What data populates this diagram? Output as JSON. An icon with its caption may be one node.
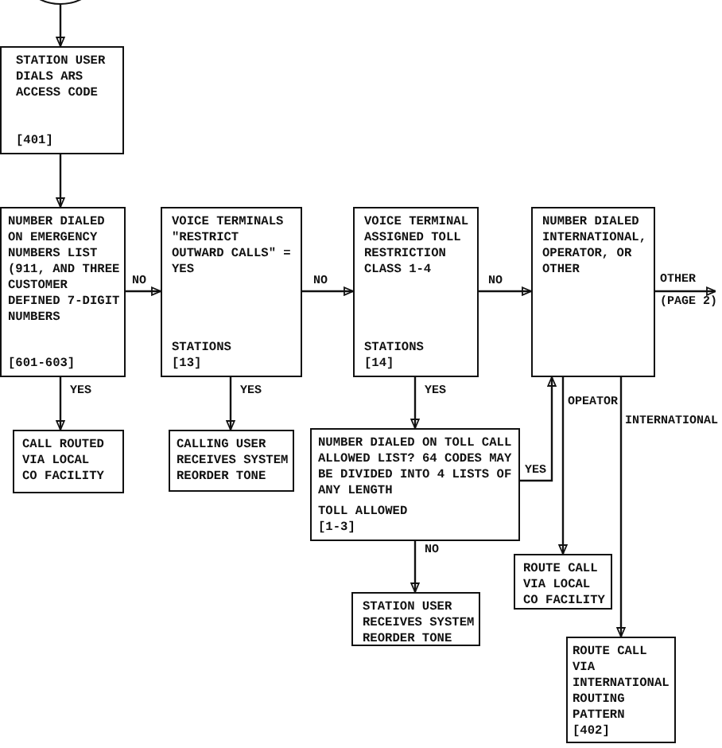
{
  "diagram": {
    "nodes": [
      {
        "text": [],
        "shape": "circle"
      },
      {
        "text": [
          "STATION USER DIALS ARS ACCESS CODE",
          "[401]"
        ]
      },
      {
        "text": [
          "NUMBER DIALED ON EMERGENCY NUMBERS LIST (911, AND THREE CUSTOMER DEFINED 7-DIGIT NUMBERS",
          "[601-603]"
        ]
      },
      {
        "text": [
          "VOICE TERMINALS \"RESTRICT OUTWARD CALLS\" = YES",
          "STATIONS",
          "[13]"
        ]
      },
      {
        "text": [
          "VOICE TERMINAL ASSIGNED TOLL RESTRICTION CLASS 1-4",
          "STATIONS",
          "[14]"
        ]
      },
      {
        "text": [
          "NUMBER DIALED INTERNATIONAL, OPERATOR, OR OTHER"
        ]
      },
      {
        "text": [
          "CALL ROUTED VIA LOCAL CO FACILITY"
        ]
      },
      {
        "text": [
          "CALLING USER RECEIVES SYSTEM REORDER TONE"
        ]
      },
      {
        "text": [
          "NUMBER DIALED ON TOLL CALL ALLOWED LIST? 64 CODES MAY BE DIVIDED INTO 4 LISTS OF ANY LENGTH",
          "TOLL ALLOWED",
          "[1-3]"
        ]
      },
      {
        "text": [
          "STATION USER RECEIVES SYSTEM REORDER TONE"
        ]
      },
      {
        "text": [
          "ROUTE CALL VIA LOCAL CO FACILITY"
        ]
      },
      {
        "text": [
          "ROUTE CALL VIA INTERNATIONAL ROUTING PATTERN",
          "[402]"
        ]
      }
    ],
    "edges": [
      {
        "from": 0,
        "to": 1,
        "arrow": "to"
      },
      {
        "from": 1,
        "to": 2,
        "arrow": "to"
      },
      {
        "from": 2,
        "to": 3,
        "label": "NO",
        "arrow": "to"
      },
      {
        "from": 3,
        "to": 4,
        "label": "NO",
        "arrow": "to"
      },
      {
        "from": 4,
        "to": 5,
        "label": "NO",
        "arrow": "to"
      },
      {
        "from": 5,
        "to": null,
        "label": "OTHER (PAGE 2)",
        "arrow": "to"
      },
      {
        "from": 2,
        "to": 6,
        "label": "YES",
        "arrow": "to"
      },
      {
        "from": 3,
        "to": 7,
        "label": "YES",
        "arrow": "to"
      },
      {
        "from": 4,
        "to": 8,
        "label": "YES",
        "arrow": "to"
      },
      {
        "from": 8,
        "to": 5,
        "label": "YES",
        "arrow": "to"
      },
      {
        "from": 8,
        "to": 9,
        "label": "NO",
        "arrow": "to"
      },
      {
        "from": 5,
        "to": 10,
        "label": "OPEATOR",
        "arrow": "to"
      },
      {
        "from": 5,
        "to": 11,
        "label": "INTERNATIONAL",
        "arrow": "to"
      }
    ]
  }
}
